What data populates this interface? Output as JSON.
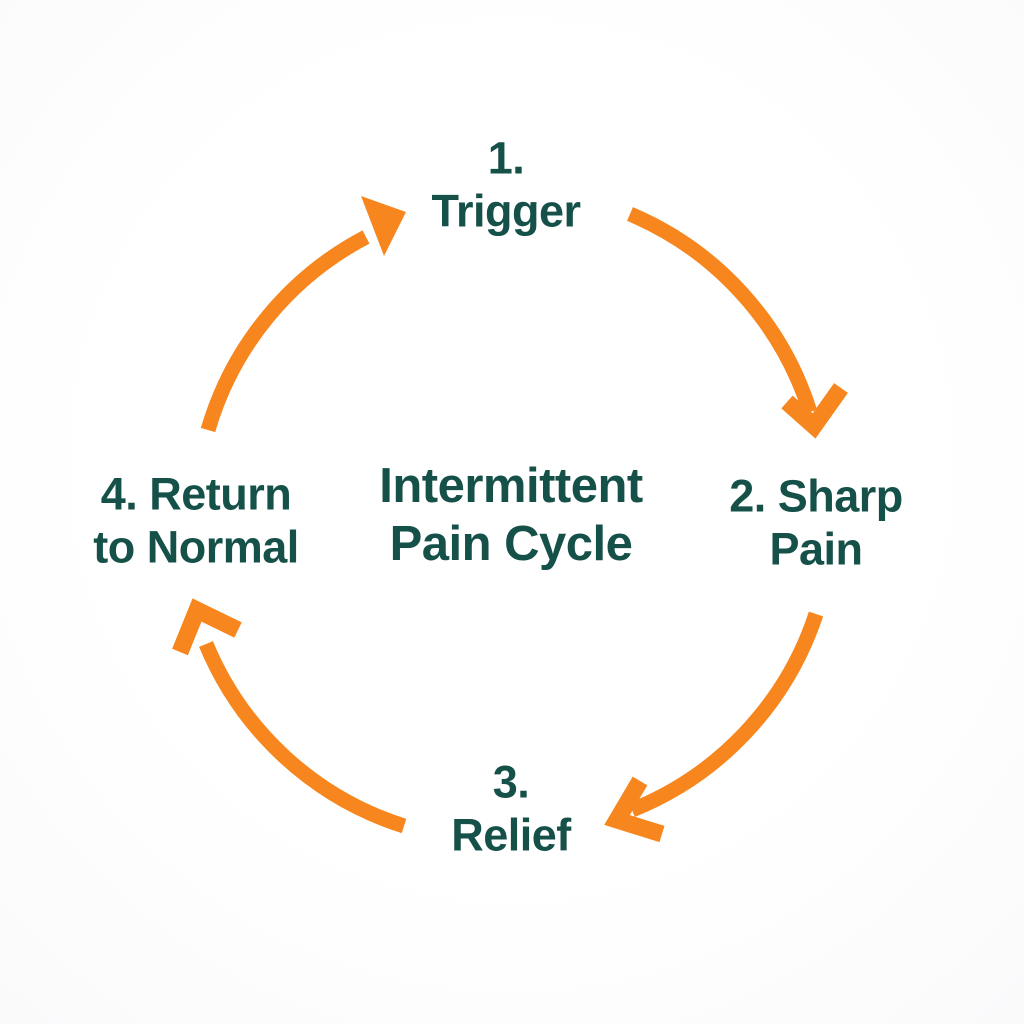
{
  "diagram": {
    "title": {
      "full": "Intermittent Pain Cycle",
      "lines": [
        "Intermittent",
        "Pain Cycle"
      ]
    },
    "stages": [
      {
        "number": "1.",
        "label": "Trigger",
        "position": "top",
        "lines": [
          "1.",
          "Trigger"
        ]
      },
      {
        "number": "2.",
        "label": "Sharp Pain",
        "position": "right",
        "lines": [
          "2. Sharp",
          "Pain"
        ]
      },
      {
        "number": "3.",
        "label": "Relief",
        "position": "bottom",
        "lines": [
          "3.",
          "Relief"
        ]
      },
      {
        "number": "4.",
        "label": "Return to Normal",
        "position": "left",
        "lines": [
          "4. Return",
          "to Normal"
        ]
      }
    ],
    "arrows": [
      {
        "name": "trigger-to-sharp-pain",
        "from": "Trigger",
        "to": "Sharp Pain"
      },
      {
        "name": "sharp-pain-to-relief",
        "from": "Sharp Pain",
        "to": "Relief"
      },
      {
        "name": "relief-to-return-to-normal",
        "from": "Relief",
        "to": "Return to Normal"
      },
      {
        "name": "return-to-normal-to-trigger",
        "from": "Return to Normal",
        "to": "Trigger"
      }
    ],
    "colors": {
      "arrow": "#F6861D",
      "text": "#155049",
      "background": "#FDFDFE"
    }
  }
}
